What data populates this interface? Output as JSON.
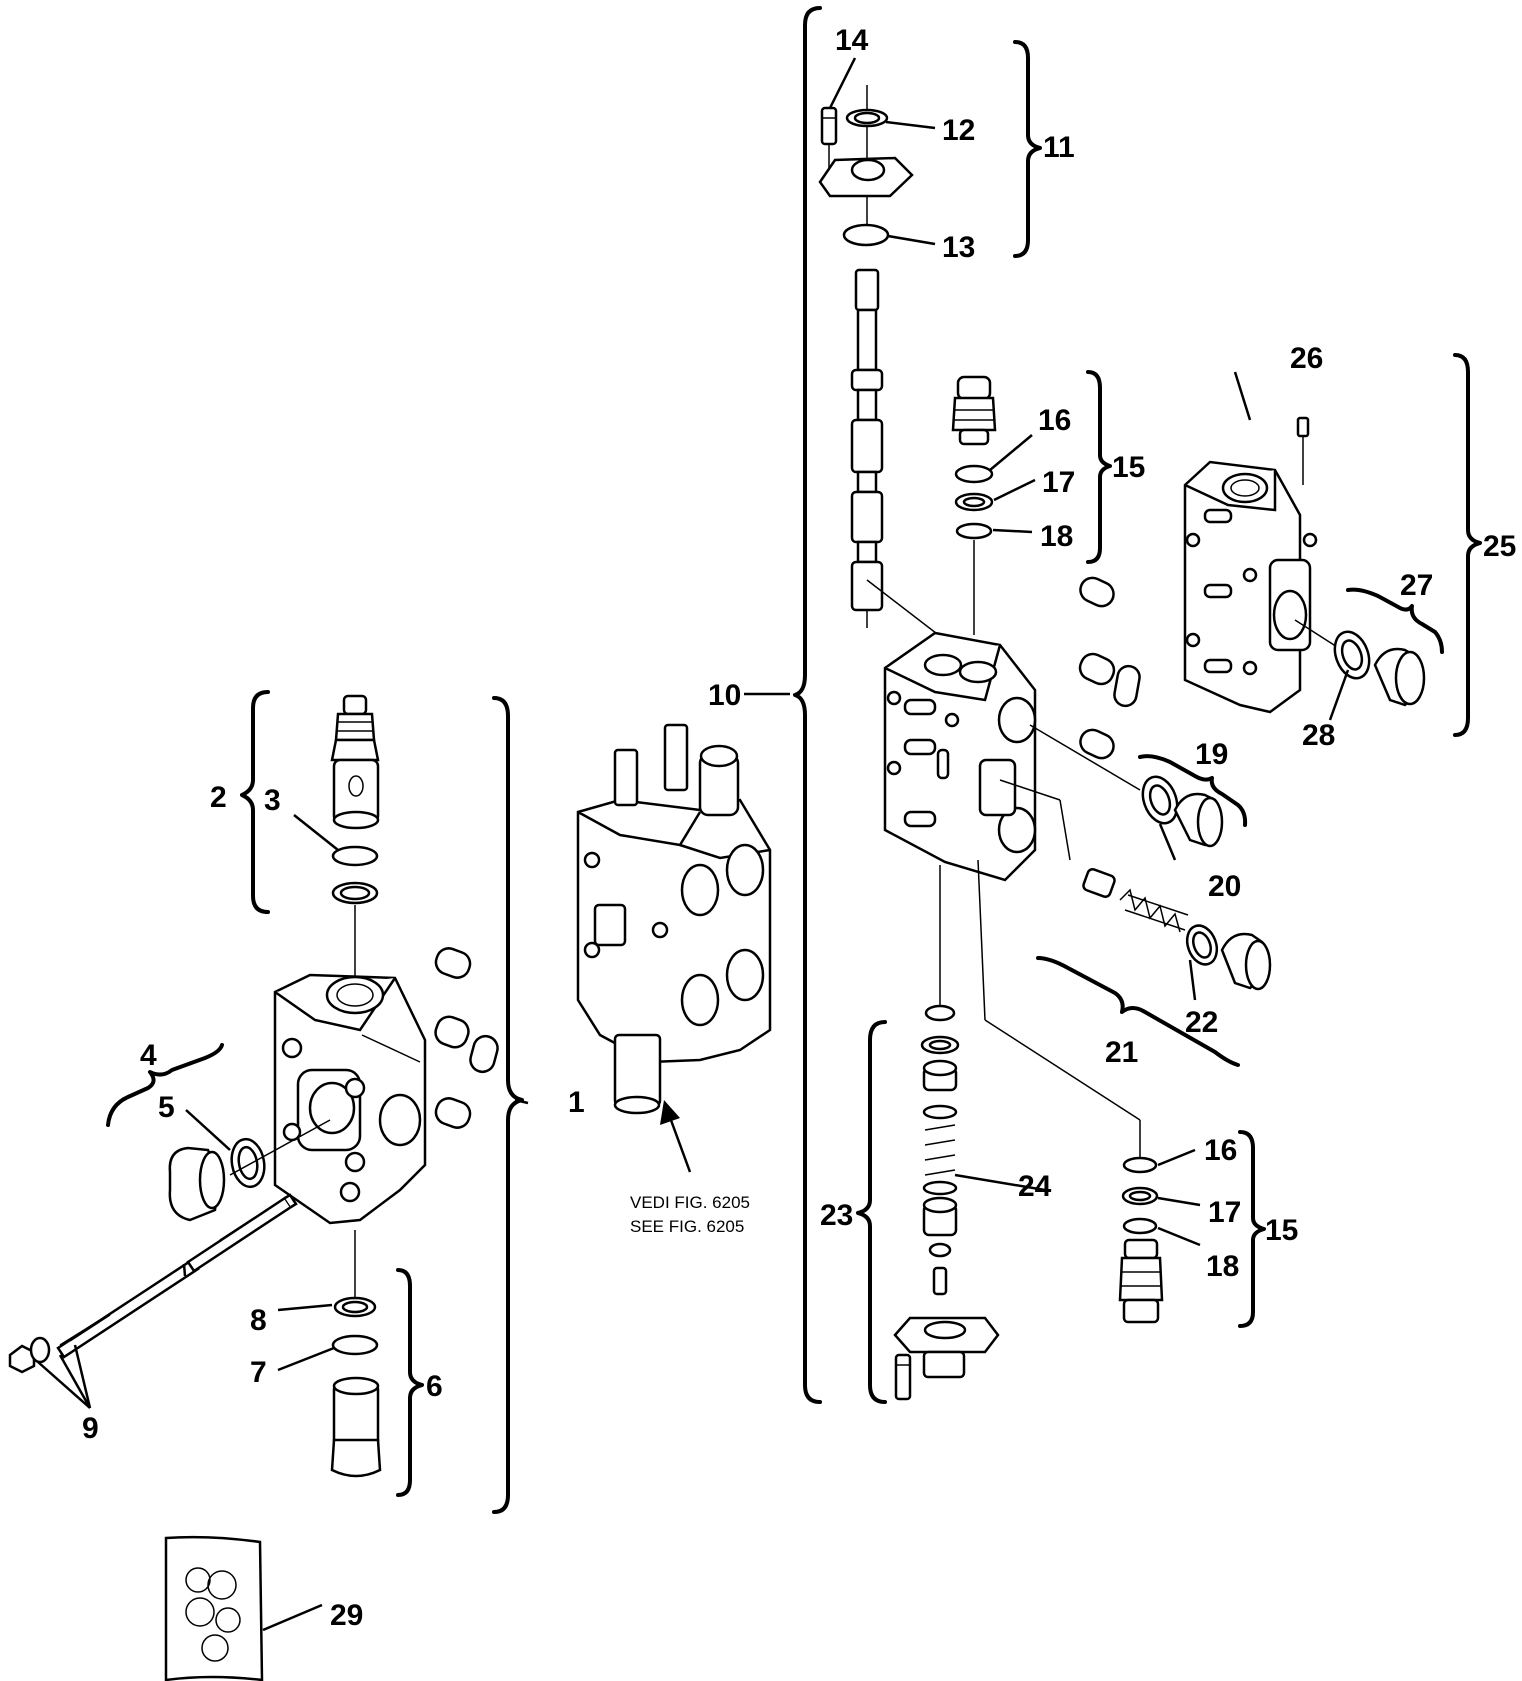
{
  "labels": {
    "l1": "1",
    "l2": "2",
    "l3": "3",
    "l4": "4",
    "l5": "5",
    "l6": "6",
    "l7": "7",
    "l8": "8",
    "l9": "9",
    "l10": "10",
    "l11": "11",
    "l12": "12",
    "l13": "13",
    "l14": "14",
    "l15a": "15",
    "l15b": "15",
    "l16a": "16",
    "l16b": "16",
    "l17a": "17",
    "l17b": "17",
    "l18a": "18",
    "l18b": "18",
    "l19": "19",
    "l20": "20",
    "l21": "21",
    "l22": "22",
    "l23": "23",
    "l24": "24",
    "l25": "25",
    "l26": "26",
    "l27": "27",
    "l28": "28",
    "l29": "29"
  },
  "reference_note": {
    "line1": "VEDI FIG. 6205",
    "line2": "SEE FIG. 6205"
  }
}
